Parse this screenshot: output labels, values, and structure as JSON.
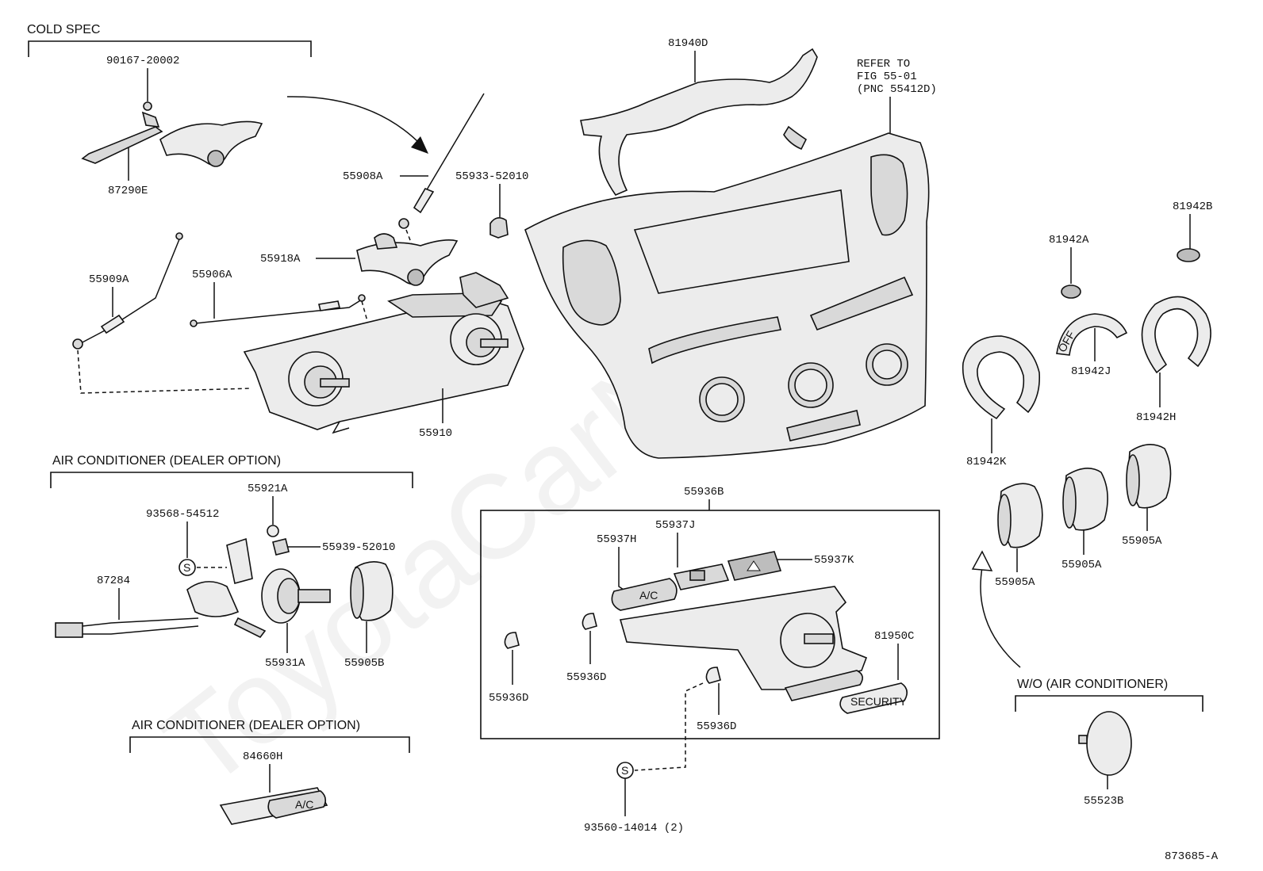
{
  "watermark": "ToyotaCarNine.ru",
  "sections": {
    "cold_spec": "COLD SPEC",
    "ac_dealer_option_1": "AIR CONDITIONER (DEALER OPTION)",
    "ac_dealer_option_2": "AIR CONDITIONER (DEALER OPTION)",
    "wo_air_conditioner": "W/O (AIR CONDITIONER)"
  },
  "refer_note": {
    "line1": "REFER TO",
    "line2": "FIG 55-01",
    "line3": "(PNC 55412D)"
  },
  "figure_code": "873685-A",
  "labels": {
    "p90167": "90167-20002",
    "p87290E": "87290E",
    "p55908A": "55908A",
    "p55933": "55933-52010",
    "p55918A": "55918A",
    "p55909A": "55909A",
    "p55906A": "55906A",
    "p55910": "55910",
    "p81940D": "81940D",
    "p81942B": "81942B",
    "p81942A": "81942A",
    "p81942J": "81942J",
    "p81942H": "81942H",
    "p81942K": "81942K",
    "p55921A": "55921A",
    "p93568": "93568-54512",
    "p55939": "55939-52010",
    "p87284": "87284",
    "p55931A": "55931A",
    "p55905B": "55905B",
    "p84660H": "84660H",
    "p55936B": "55936B",
    "p55937J": "55937J",
    "p55937H": "55937H",
    "p55937K": "55937K",
    "p81950C": "81950C",
    "p55936D_1": "55936D",
    "p55936D_2": "55936D",
    "p55936D_3": "55936D",
    "p93560": "93560-14014 (2)",
    "p55905A_1": "55905A",
    "p55905A_2": "55905A",
    "p55905A_3": "55905A",
    "p55523B": "55523B"
  },
  "inline_marks": {
    "ac_switch": "A/C",
    "ac_switch_2": "A/C",
    "security": "SECURITY",
    "s_symbol": "S",
    "s_symbol_2": "S",
    "off_text": "OFF"
  }
}
